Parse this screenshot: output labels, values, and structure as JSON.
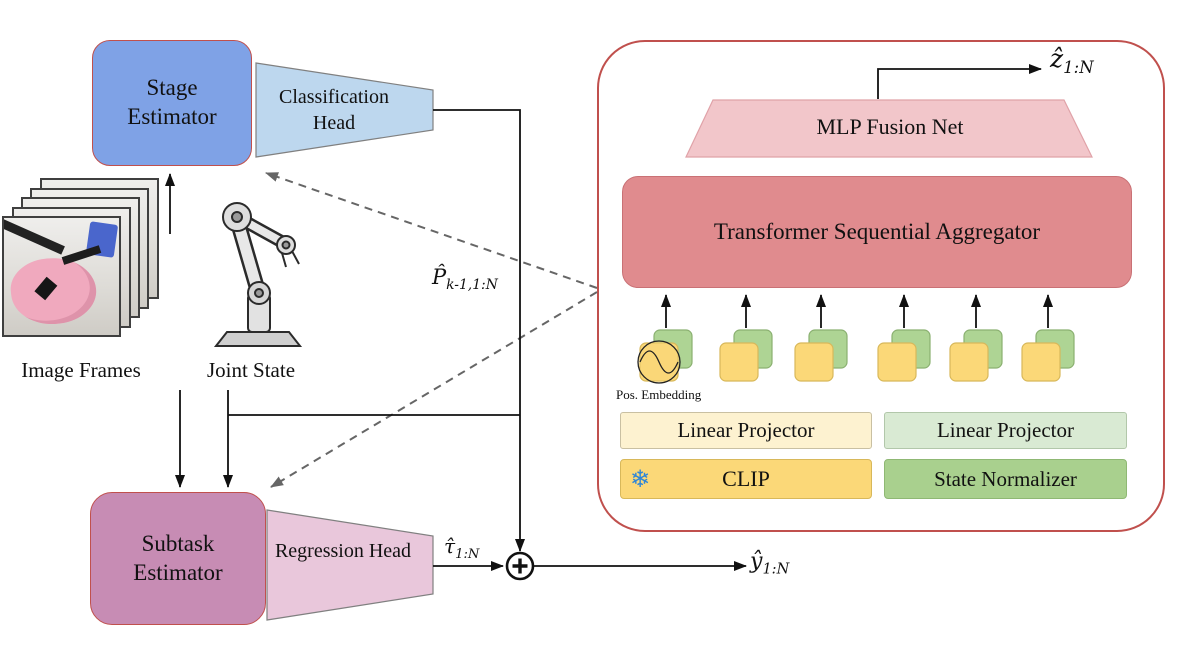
{
  "diagram": {
    "stage_estimator": "Stage Estimator",
    "classification_head": "Classification Head",
    "image_frames": "Image Frames",
    "joint_state": "Joint State",
    "subtask_estimator": "Subtask Estimator",
    "regression_head": "Regression Head"
  },
  "panel": {
    "mlp_fusion_net": "MLP Fusion Net",
    "transformer_aggregator": "Transformer Sequential Aggregator",
    "pos_embedding": "Pos. Embedding",
    "linear_projector_image": "Linear Projector",
    "linear_projector_state": "Linear Projector",
    "clip": "CLIP",
    "state_normalizer": "State Normalizer",
    "snowflake_icon": "❄"
  },
  "math": {
    "p_hat": {
      "base": "P̂",
      "sub": "k-1,1:N"
    },
    "tau_hat": {
      "base": "τ̂",
      "sub": "1:N"
    },
    "y_hat": {
      "base": "ŷ",
      "sub": "1:N"
    },
    "z_hat": {
      "base": "ẑ",
      "sub": "1:N"
    }
  },
  "colors": {
    "stage_estimator_fill": "#7FA2E6",
    "subtask_estimator_fill": "#C78CB4",
    "estimator_border": "#C0504D",
    "classification_head_fill": "#BDD7EE",
    "regression_head_fill": "#E9C7DB",
    "panel_border": "#C0504D",
    "mlp_fusion_fill": "#F2C6CA",
    "transformer_fill": "#E08B8E",
    "token_yellow": "#FBD878",
    "token_green": "#AED494",
    "linear_projector_image_fill": "#FDF2D0",
    "linear_projector_state_fill": "#D9EAD3",
    "clip_fill": "#FBD878",
    "state_normalizer_fill": "#A9D08E",
    "snowflake_blue": "#2F86D6",
    "dashed_arrow": "#666666"
  }
}
